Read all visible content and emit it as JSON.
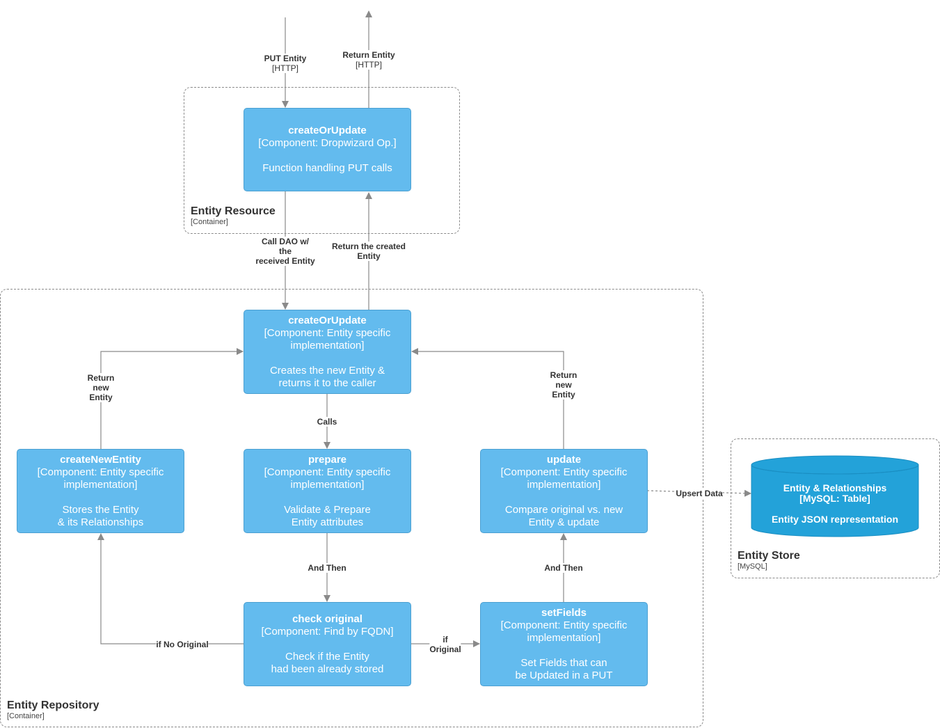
{
  "boundaries": {
    "resource": {
      "name": "Entity Resource",
      "tech": "[Container]"
    },
    "repository": {
      "name": "Entity Repository",
      "tech": "[Container]"
    },
    "store": {
      "name": "Entity Store",
      "tech": "[MySQL]"
    }
  },
  "components": {
    "resource_create_or_update": {
      "title": "createOrUpdate",
      "type": "[Component: Dropwizard Op.]",
      "desc": "Function handling PUT calls"
    },
    "repo_create_or_update": {
      "title": "createOrUpdate",
      "type1": "[Component: Entity specific",
      "type2": "implementation]",
      "desc1": "Creates the new Entity &",
      "desc2": "returns it to the caller"
    },
    "create_new_entity": {
      "title": "createNewEntity",
      "type1": "[Component: Entity specific",
      "type2": "implementation]",
      "desc1": "Stores the Entity",
      "desc2": "& its Relationships"
    },
    "prepare": {
      "title": "prepare",
      "type1": "[Component: Entity specific",
      "type2": "implementation]",
      "desc1": "Validate & Prepare",
      "desc2": "Entity attributes"
    },
    "update": {
      "title": "update",
      "type1": "[Component: Entity specific",
      "type2": "implementation]",
      "desc1": "Compare original vs. new",
      "desc2": "Entity & update"
    },
    "check_original": {
      "title": "check original",
      "type": "[Component: Find by FQDN]",
      "desc1": "Check if the Entity",
      "desc2": "had been already stored"
    },
    "set_fields": {
      "title": "setFields",
      "type1": "[Component: Entity specific",
      "type2": "implementation]",
      "desc1": "Set Fields that can",
      "desc2": "be Updated in a PUT"
    }
  },
  "database": {
    "title": "Entity & Relationships",
    "type": "[MySQL: Table]",
    "desc": "Entity JSON representation"
  },
  "edges": {
    "put_entity": {
      "label": "PUT Entity",
      "tech": "[HTTP]"
    },
    "return_entity": {
      "label": "Return Entity",
      "tech": "[HTTP]"
    },
    "call_dao": {
      "l1": "Call DAO w/",
      "l2": "the",
      "l3": "received Entity"
    },
    "return_created": {
      "l1": "Return the created",
      "l2": "Entity"
    },
    "return_new_left": {
      "l1": "Return",
      "l2": "new",
      "l3": "Entity"
    },
    "return_new_right": {
      "l1": "Return",
      "l2": "new",
      "l3": "Entity"
    },
    "calls": {
      "label": "Calls"
    },
    "and_then_left": {
      "label": "And Then"
    },
    "and_then_right": {
      "label": "And Then"
    },
    "if_no_original": {
      "label": "if No Original"
    },
    "if_original": {
      "l1": "if",
      "l2": "Original"
    },
    "upsert": {
      "label": "Upsert Data"
    }
  },
  "colors": {
    "component": "#63bbee",
    "database": "#23a2d9",
    "edge": "#8a8a8a"
  }
}
